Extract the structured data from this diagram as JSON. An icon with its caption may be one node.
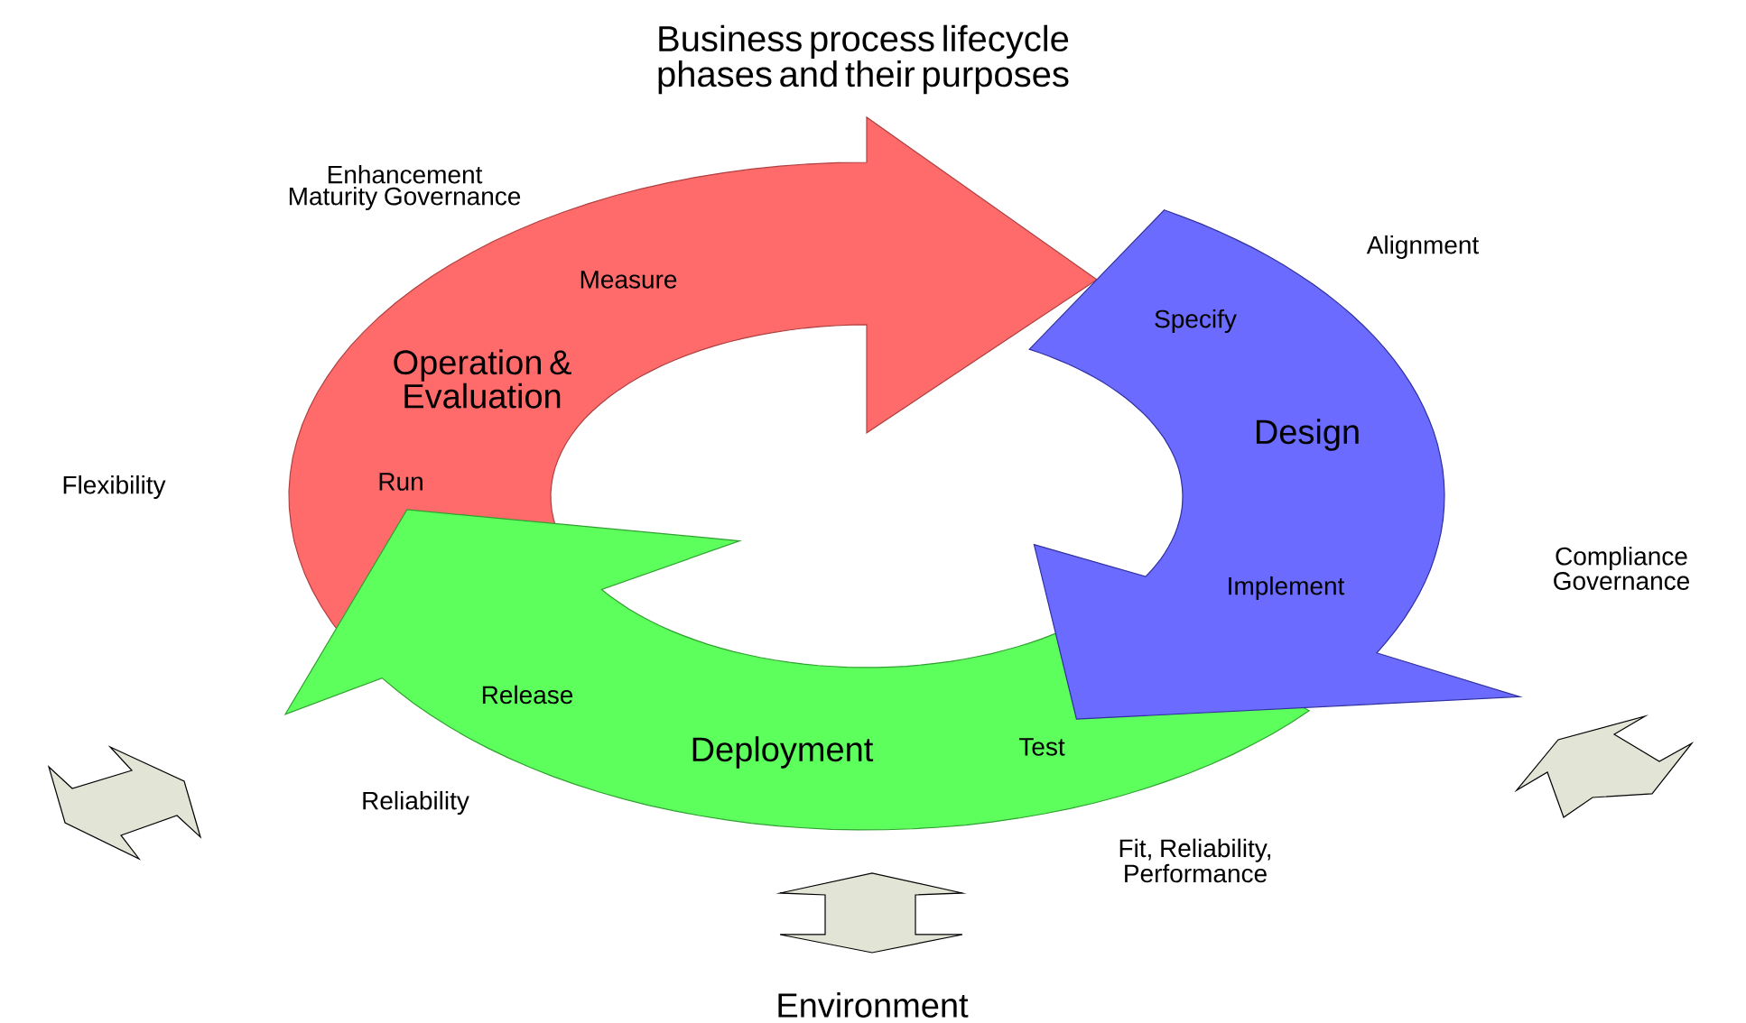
{
  "diagram": {
    "title": "Business process lifecycle phases and their purposes",
    "nodes": [
      {
        "text": [
          "Operation & Evaluation",
          "Measure",
          "Run"
        ]
      },
      {
        "text": [
          "Design",
          "Specify",
          "Implement"
        ]
      },
      {
        "text": [
          "Deployment",
          "Release",
          "Test"
        ]
      }
    ],
    "labels": [
      "Enhancement Maturity Governance",
      "Alignment",
      "Flexibility",
      "Compliance Governance",
      "Reliability",
      "Fit, Reliability, Performance",
      "Environment"
    ]
  }
}
